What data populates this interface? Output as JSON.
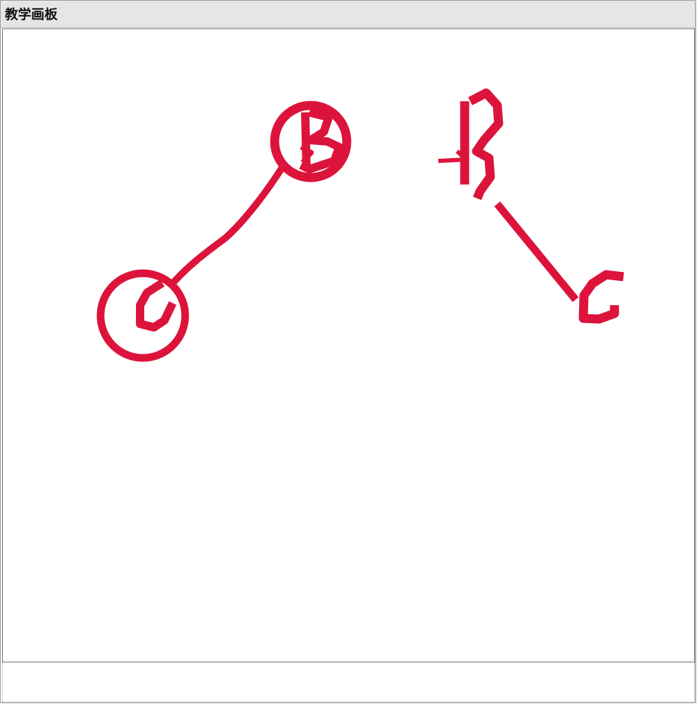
{
  "window": {
    "title": "教学画板"
  },
  "canvas": {
    "ink_color": "#dc143c",
    "background": "#ffffff",
    "strokes": [
      "circle-around-b",
      "letter-b-in-circle",
      "connector-b-to-c",
      "circle-around-c",
      "letter-c-in-circle",
      "letter-b-free",
      "connector-free",
      "letter-c-free"
    ]
  }
}
